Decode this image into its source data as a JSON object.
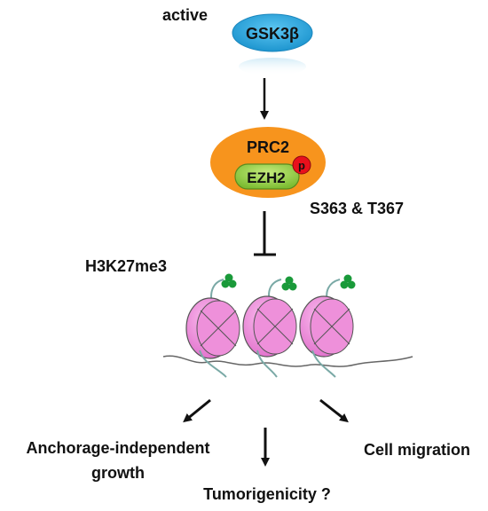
{
  "labels": {
    "active": "active",
    "gsk3b": "GSK3β",
    "prc2": "PRC2",
    "ezh2": "EZH2",
    "phospho": "p",
    "sites": "S363 & T367",
    "mark": "H3K27me3",
    "outcome_left_line1": "Anchorage-independent",
    "outcome_left_line2": "growth",
    "outcome_center": "Tumorigenicity ?",
    "outcome_right": "Cell migration"
  },
  "colors": {
    "gsk3b_fill": "#29a9e0",
    "prc2_fill": "#f7941d",
    "ezh2_fill": "#8dc63f",
    "phospho_fill": "#e8101c",
    "nucleosome_fill": "#f08ad8",
    "methyl_mark": "#1a9a3a",
    "dna_line": "#666666",
    "tail_line": "#7aa9a6",
    "arrow": "#111111"
  }
}
